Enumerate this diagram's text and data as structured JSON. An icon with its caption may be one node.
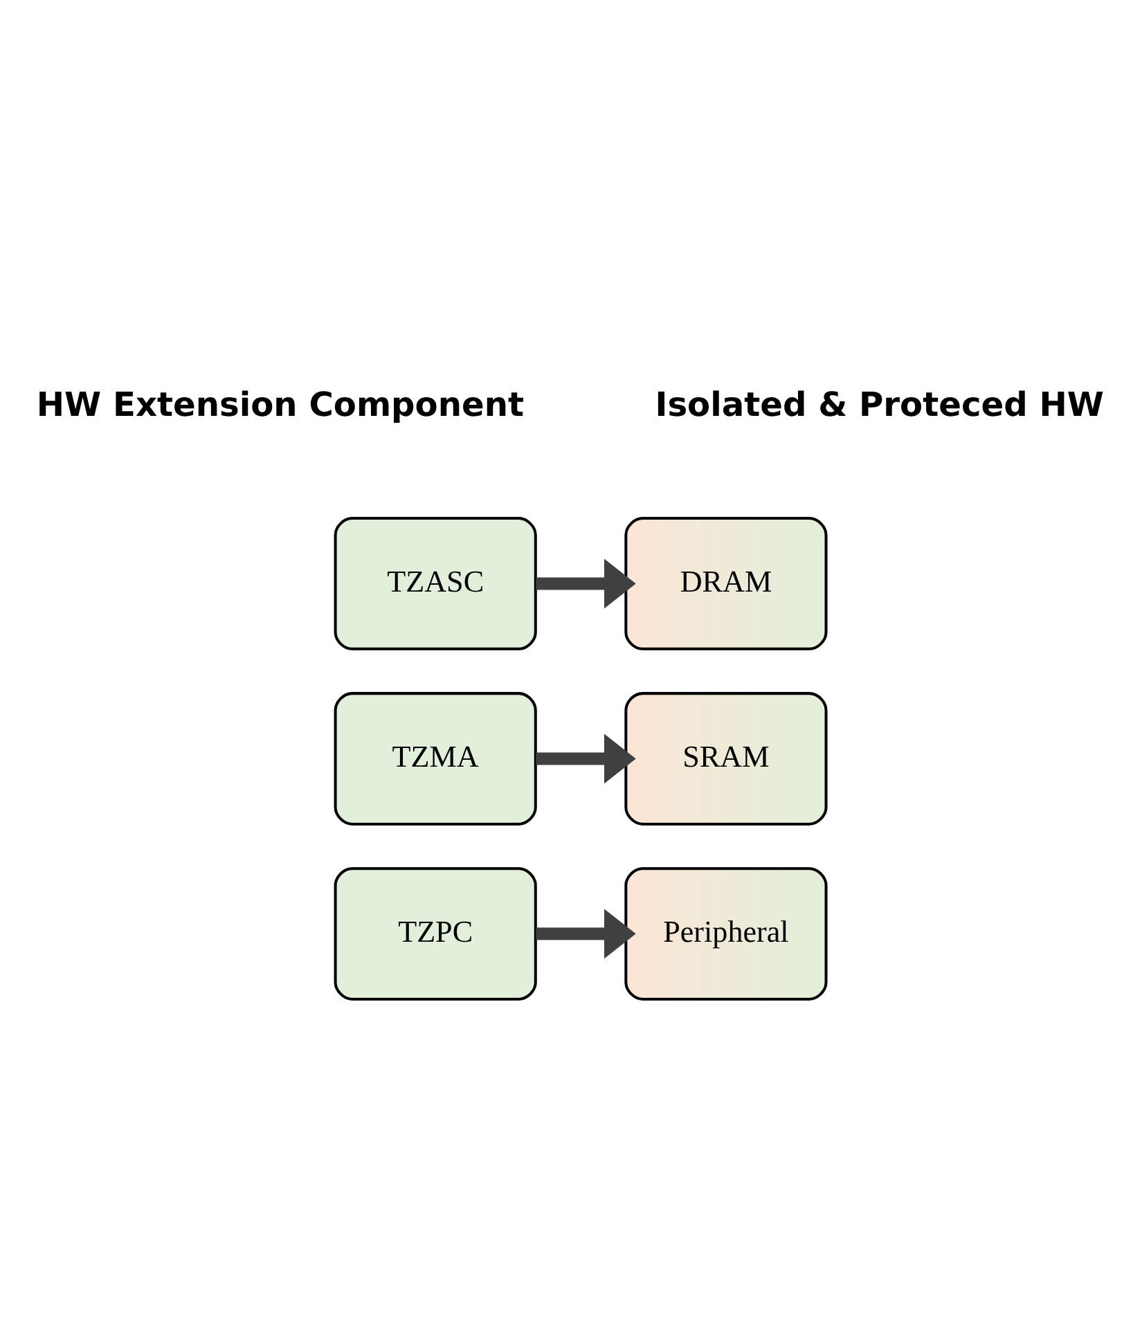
{
  "diagram": {
    "nodes": [
      {
        "text": [
          "TZASC"
        ]
      },
      {
        "text": [
          "DRAM"
        ]
      },
      {
        "text": [
          "TZMA"
        ]
      },
      {
        "text": [
          "SRAM"
        ]
      },
      {
        "text": [
          "TZPC"
        ]
      },
      {
        "text": [
          "Peripheral"
        ]
      }
    ],
    "edges": [
      {
        "from": 0,
        "to": 1,
        "arrow": "to"
      },
      {
        "from": 2,
        "to": 3,
        "arrow": "to"
      },
      {
        "from": 4,
        "to": 5,
        "arrow": "to"
      }
    ],
    "labels": [
      "HW Extension Component",
      "Isolated & Proteced HW"
    ]
  }
}
